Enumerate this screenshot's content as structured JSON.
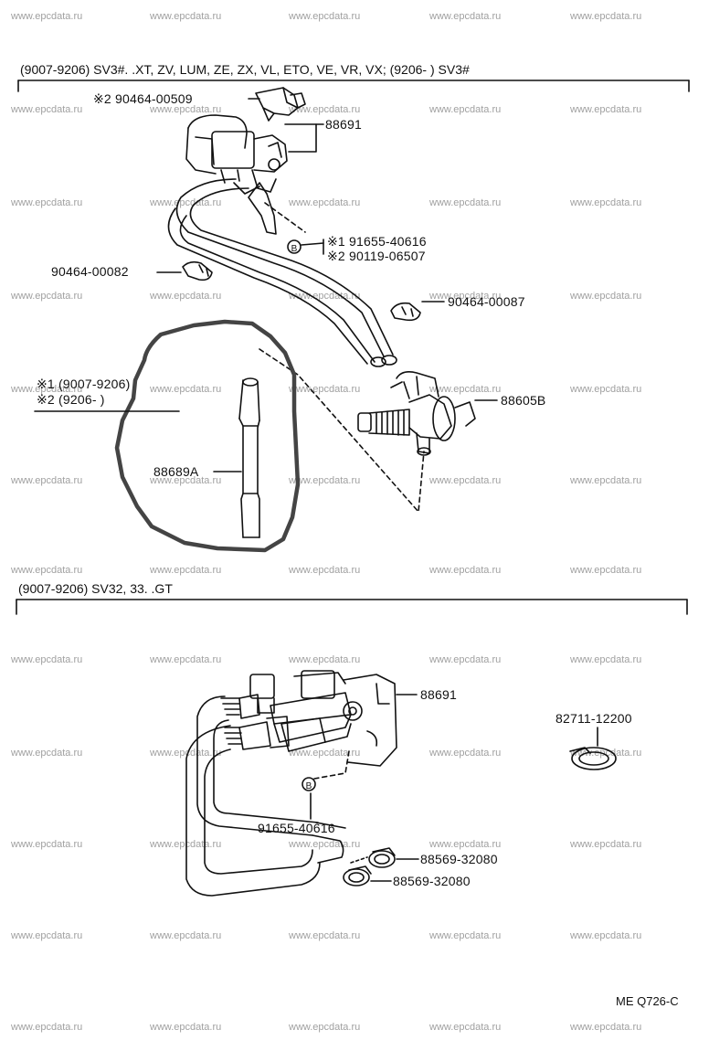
{
  "watermark": "www.epcdata.ru",
  "section_top": {
    "header": "(9007-9206) SV3#. .XT, ZV, LUM, ZE, ZX, VL, ETO, VE, VR, VX;  (9206-        ) SV3#",
    "parts": {
      "clip_upper": "※2  90464-00509",
      "vsv": "88691",
      "bolt_a": "※1  91655-40616",
      "bolt_b": "※2  90119-06507",
      "bolt_marker": "B",
      "clip_left": "90464-00082",
      "clip_right": "90464-00087",
      "valve": "88605B",
      "hose": "88689A"
    },
    "legend": {
      "note1": "※1  (9007-9206)",
      "note2": "※2  (9206-          )"
    }
  },
  "section_bottom": {
    "header": "(9007-9206) SV32, 33. .GT",
    "parts": {
      "vsv": "88691",
      "band": "82711-12200",
      "bolt": "91655-40616",
      "bolt_marker": "B",
      "clamp_a": "88569-32080",
      "clamp_b": "88569-32080"
    }
  },
  "diagram_code": "ME Q726-C"
}
